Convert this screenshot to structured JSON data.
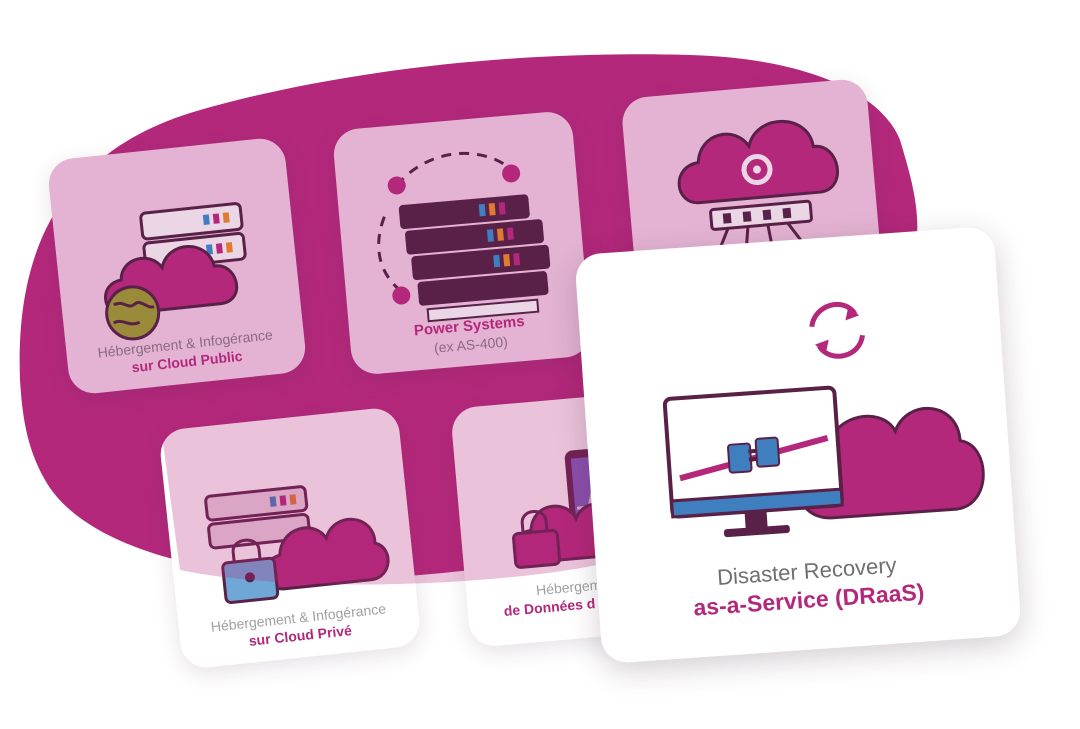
{
  "colors": {
    "magenta": "#b3287b",
    "magenta_dark": "#5a2148",
    "pink_card": "#e4b3d3",
    "white_card": "#ffffff",
    "grey_text": "#8a8a8a",
    "blue": "#3f7fc0",
    "olive": "#9a8b3a"
  },
  "cards": {
    "cloud_public": {
      "line1": "Hébergement & Infogérance",
      "line2": "sur Cloud Public",
      "icon": "cloud-globe-server-icon"
    },
    "power_systems": {
      "line1": "Power Systems",
      "line2": "(ex AS-400)",
      "icon": "server-rack-icon"
    },
    "cloud_network": {
      "icon": "cloud-gear-network-icon"
    },
    "cloud_prive": {
      "line1": "Hébergement & Infogérance",
      "line2": "sur Cloud Privé",
      "icon": "cloud-lock-server-icon"
    },
    "donnees": {
      "line1": "Hébergem",
      "line2": "de Données d",
      "icon": "cloud-lock-tablet-icon"
    },
    "draas": {
      "line1": "Disaster Recovery",
      "line2": "as-a-Service (DRaaS)",
      "icon": "monitor-plug-cloud-icon",
      "sync_icon": "sync-arrows-icon"
    }
  }
}
